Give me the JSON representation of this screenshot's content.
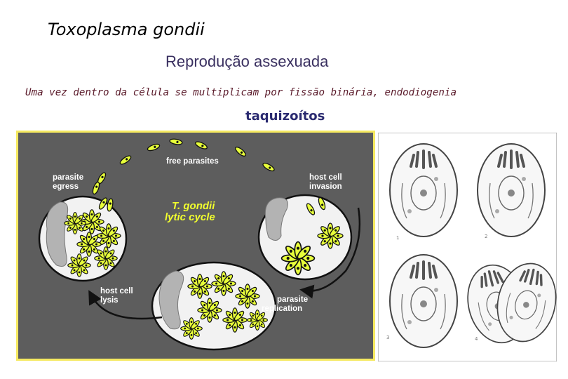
{
  "title": "Toxoplasma gondii",
  "subtitle": "Reprodução assexuada",
  "description": "Uma vez dentro da célula se multiplicam por fissão binária, endodiogenia",
  "tag": "taquizoítos",
  "figure_left": {
    "labels": {
      "free_parasites": "free parasites",
      "egress_1": "parasite",
      "egress_2": "egress",
      "invasion_1": "host cell",
      "invasion_2": "invasion",
      "lysis_1": "host cell",
      "lysis_2": "lysis",
      "replication_1": "parasite",
      "replication_2": "replication",
      "cycle_1": "T. gondii",
      "cycle_2": "lytic cycle"
    }
  },
  "figure_right": {
    "panel_numbers": [
      "1",
      "2",
      "3",
      "4"
    ]
  },
  "colors": {
    "parasite": "#e8ff3a",
    "figure_bg": "#5d5d5d",
    "frame": "#f5e960"
  }
}
